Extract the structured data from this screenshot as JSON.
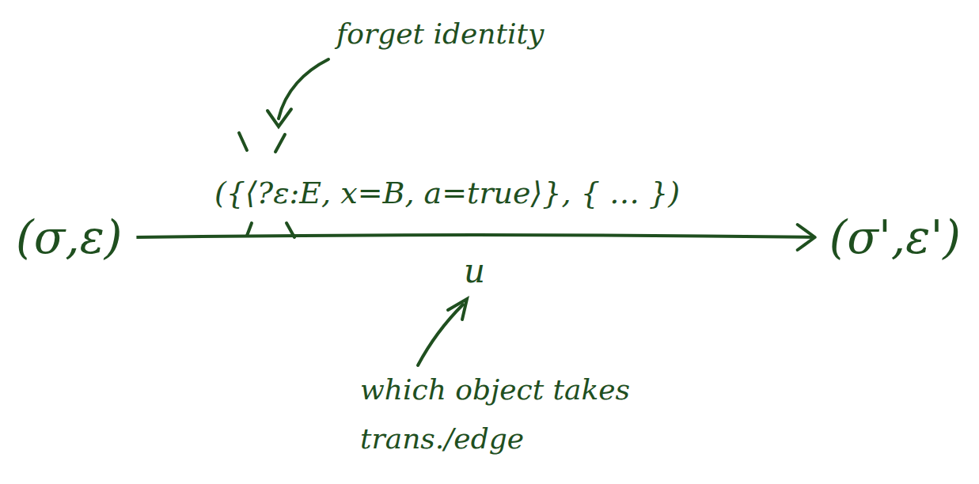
{
  "diagram": {
    "nodes": [
      {
        "text": [
          "(σ,ε)"
        ]
      },
      {
        "text": [
          "(σ',ε')"
        ]
      }
    ],
    "edges": [
      {
        "from": 0,
        "to": 1,
        "arrow": "to",
        "label": "({⟨?ε:E, x=B, a=true⟩}, { … })"
      }
    ],
    "labels": [
      "forget identity",
      "u",
      "which object takes trans./edge"
    ]
  }
}
